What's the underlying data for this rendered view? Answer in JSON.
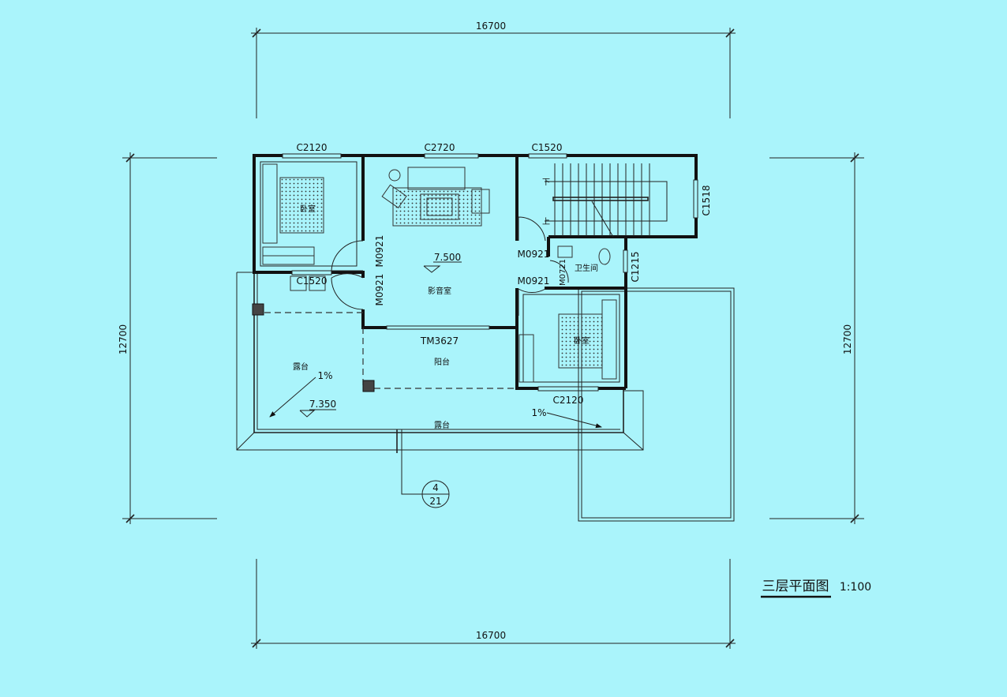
{
  "drawing": {
    "title": "三层平面图",
    "scale": "1:100",
    "background_color": "#aaf4fb"
  },
  "dimensions": {
    "top": "16700",
    "bottom": "16700",
    "left": "12700",
    "right": "12700"
  },
  "windows": {
    "bedroom1_top": "C2120",
    "living_top": "C2720",
    "stair_top": "C1520",
    "stair_right": "C1518",
    "bath_right": "C1215",
    "bedroom1_bottom": "C1520",
    "bedroom2_bottom": "C2120"
  },
  "doors": {
    "bedroom1": "M0921",
    "terrace": "M0921",
    "stair": "M0921",
    "bedroom2": "M0921",
    "bath": "M0721",
    "balcony": "TM3627"
  },
  "rooms": {
    "bedroom1": "卧室",
    "media_room": "影音室",
    "bathroom": "卫生间",
    "bedroom2": "卧室",
    "balcony": "阳台",
    "terrace_left": "露台",
    "terrace_bottom": "露台"
  },
  "stairs": {
    "down": "下",
    "up": "上"
  },
  "elevations": {
    "media_room": "7.500",
    "terrace": "7.350"
  },
  "slopes": {
    "left": "1%",
    "right": "1%"
  },
  "detail_ref": {
    "number": "4",
    "sheet": "21"
  }
}
